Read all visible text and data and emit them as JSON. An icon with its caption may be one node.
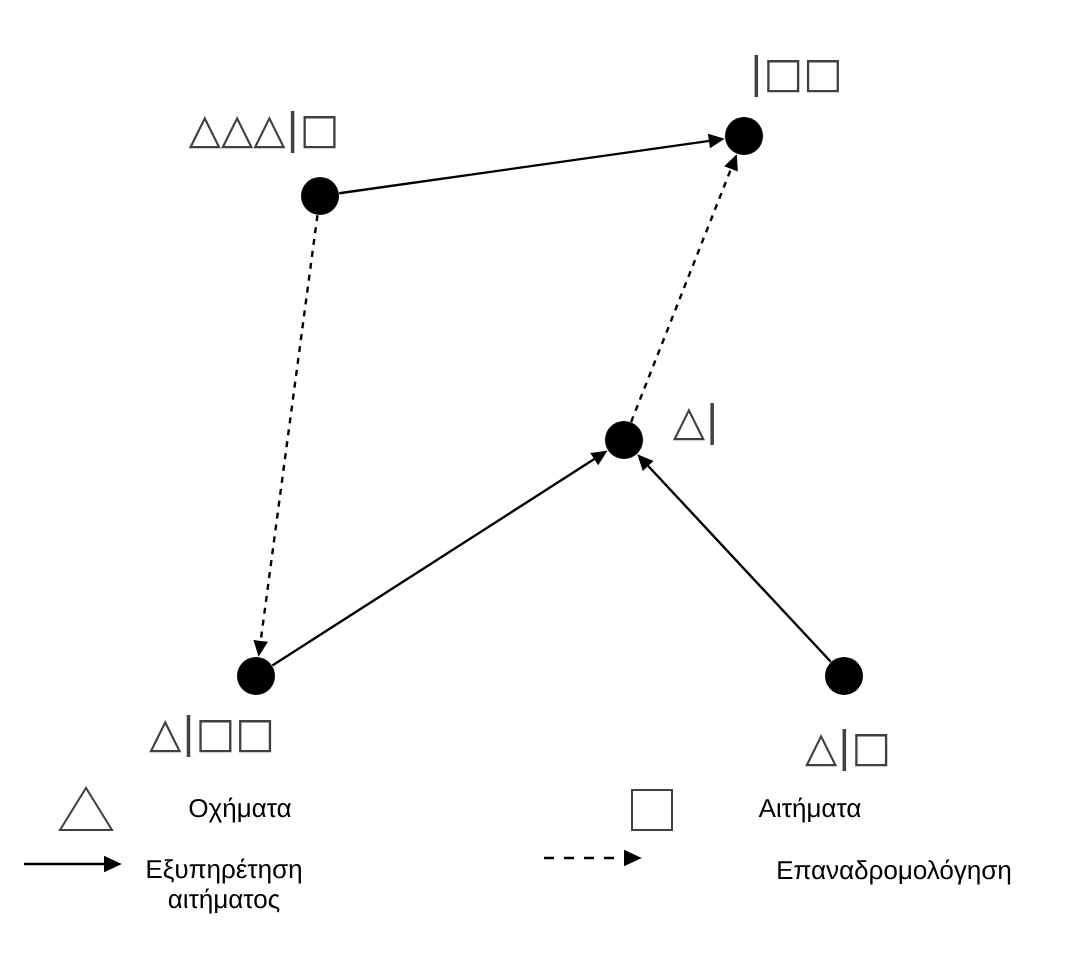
{
  "diagram": {
    "nodes": [
      {
        "text": [],
        "shape": "circle",
        "beside": [
          "△△△|□"
        ]
      },
      {
        "text": [],
        "shape": "circle",
        "beside": [
          "|□□"
        ]
      },
      {
        "text": [],
        "shape": "circle",
        "beside": [
          "△|"
        ]
      },
      {
        "text": [],
        "shape": "circle",
        "beside": [
          "△|□□"
        ]
      },
      {
        "text": [],
        "shape": "circle",
        "beside": [
          "△|□"
        ]
      }
    ],
    "edges": [
      {
        "from": 0,
        "to": 1,
        "arrow": "to"
      },
      {
        "from": 0,
        "to": 3,
        "arrow": "to",
        "style": "dashed"
      },
      {
        "from": 3,
        "to": 2,
        "arrow": "to"
      },
      {
        "from": 4,
        "to": 2,
        "arrow": "to"
      },
      {
        "from": 2,
        "to": 1,
        "arrow": "to",
        "style": "dashed"
      }
    ],
    "legend": [
      {
        "text": "Οχήματα"
      },
      {
        "text": "Αιτήματα"
      },
      {
        "text": "Εξυπηρέτηση αιτήματος"
      },
      {
        "text": "Επαναδρομολόγηση"
      }
    ]
  }
}
